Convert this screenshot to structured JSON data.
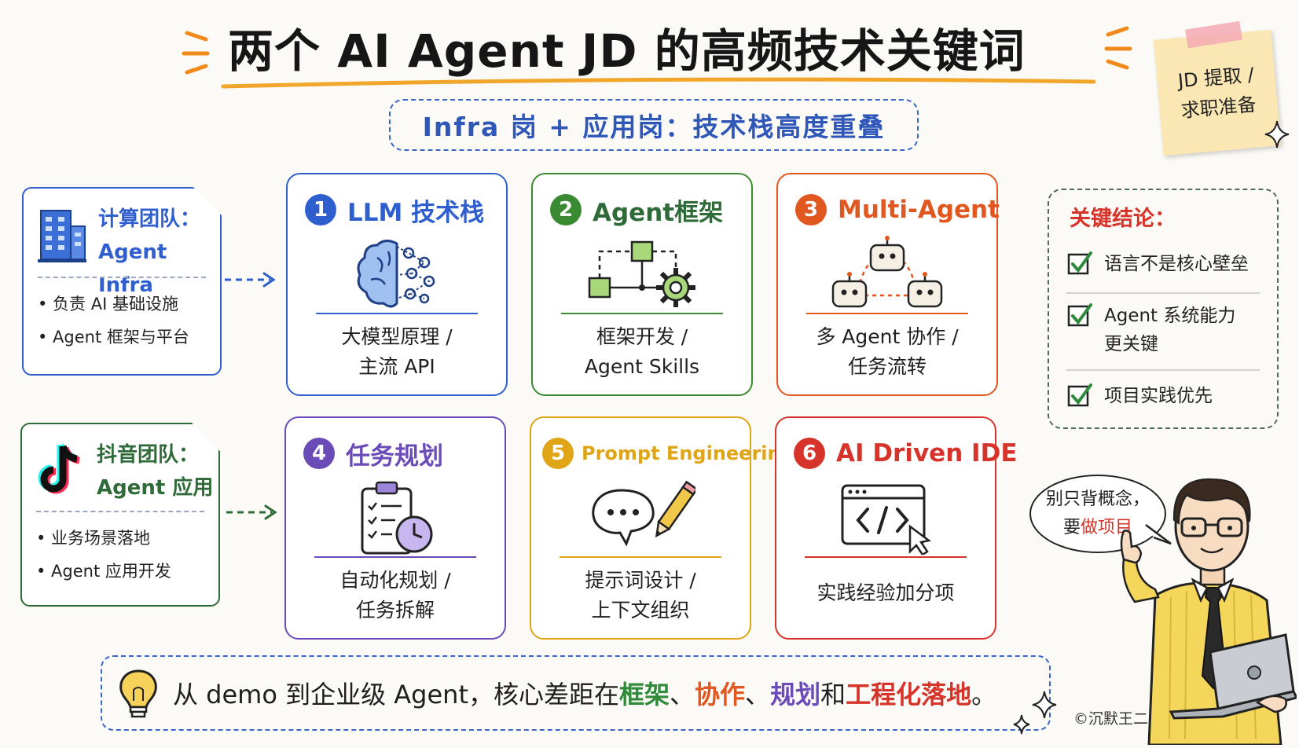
{
  "header": {
    "title": "两个 AI Agent JD 的高频技术关键词",
    "subtitle": "Infra 岗 + 应用岗：技术栈高度重叠"
  },
  "sticky_note": {
    "lines": [
      "JD 提取 /",
      "求职准备"
    ]
  },
  "teams": [
    {
      "name_line1": "计算团队：",
      "name_line2": "Agent Infra",
      "icon": "building-icon",
      "color": "#2f5fcf",
      "bullets": [
        "• 负责 AI 基础设施",
        "• Agent 框架与平台"
      ]
    },
    {
      "name_line1": "抖音团队：",
      "name_line2": "Agent 应用",
      "icon": "tiktok-icon",
      "color": "#2f6b39",
      "bullets": [
        "• 业务场景落地",
        "• Agent 应用开发"
      ]
    }
  ],
  "cards": [
    {
      "number": "1",
      "title": "LLM 技术栈",
      "icon": "brain-icon",
      "color": "#2f5fcf",
      "desc": [
        "大模型原理 /",
        "主流 API"
      ]
    },
    {
      "number": "2",
      "title": "Agent框架",
      "icon": "workflow-gear-icon",
      "color": "#3a8a32",
      "desc": [
        "框架开发 /",
        "Agent Skills"
      ]
    },
    {
      "number": "3",
      "title": "Multi-Agent",
      "icon": "robots-icon",
      "color": "#e0571f",
      "desc": [
        "多 Agent 协作 /",
        "任务流转"
      ]
    },
    {
      "number": "4",
      "title": "任务规划",
      "icon": "clipboard-clock-icon",
      "color": "#6a4bb8",
      "desc": [
        "自动化规划 /",
        "任务拆解"
      ]
    },
    {
      "number": "5",
      "title": "Prompt Engineering",
      "icon": "chat-pencil-icon",
      "color": "#e0a417",
      "desc": [
        "提示词设计 /",
        "上下文组织"
      ]
    },
    {
      "number": "6",
      "title": "AI Driven IDE",
      "icon": "code-window-icon",
      "color": "#d6342b",
      "desc": [
        "实践经验加分项"
      ]
    }
  ],
  "conclusions": {
    "title": "关键结论：",
    "items": [
      [
        "语言不是核心壁垒"
      ],
      [
        "Agent 系统能力",
        "更关键"
      ],
      [
        "项目实践优先"
      ]
    ]
  },
  "banner": {
    "parts": [
      {
        "text": "从 demo 到企业级 Agent，核心差距在",
        "color": "#1f1f1f",
        "bold": false
      },
      {
        "text": "框架",
        "color": "#2f8a3a",
        "bold": true
      },
      {
        "text": "、",
        "color": "#1f1f1f",
        "bold": false
      },
      {
        "text": "协作",
        "color": "#e0571f",
        "bold": true
      },
      {
        "text": "、",
        "color": "#1f1f1f",
        "bold": false
      },
      {
        "text": "规划",
        "color": "#6a4bb8",
        "bold": true
      },
      {
        "text": "和",
        "color": "#1f1f1f",
        "bold": false
      },
      {
        "text": "工程化落地",
        "color": "#d6342b",
        "bold": true
      },
      {
        "text": "。",
        "color": "#1f1f1f",
        "bold": false
      }
    ]
  },
  "bubble": {
    "line1": "别只背概念，",
    "line2_prefix": "要",
    "line2_highlight": "做项目"
  },
  "copyright": "©沉默王二"
}
